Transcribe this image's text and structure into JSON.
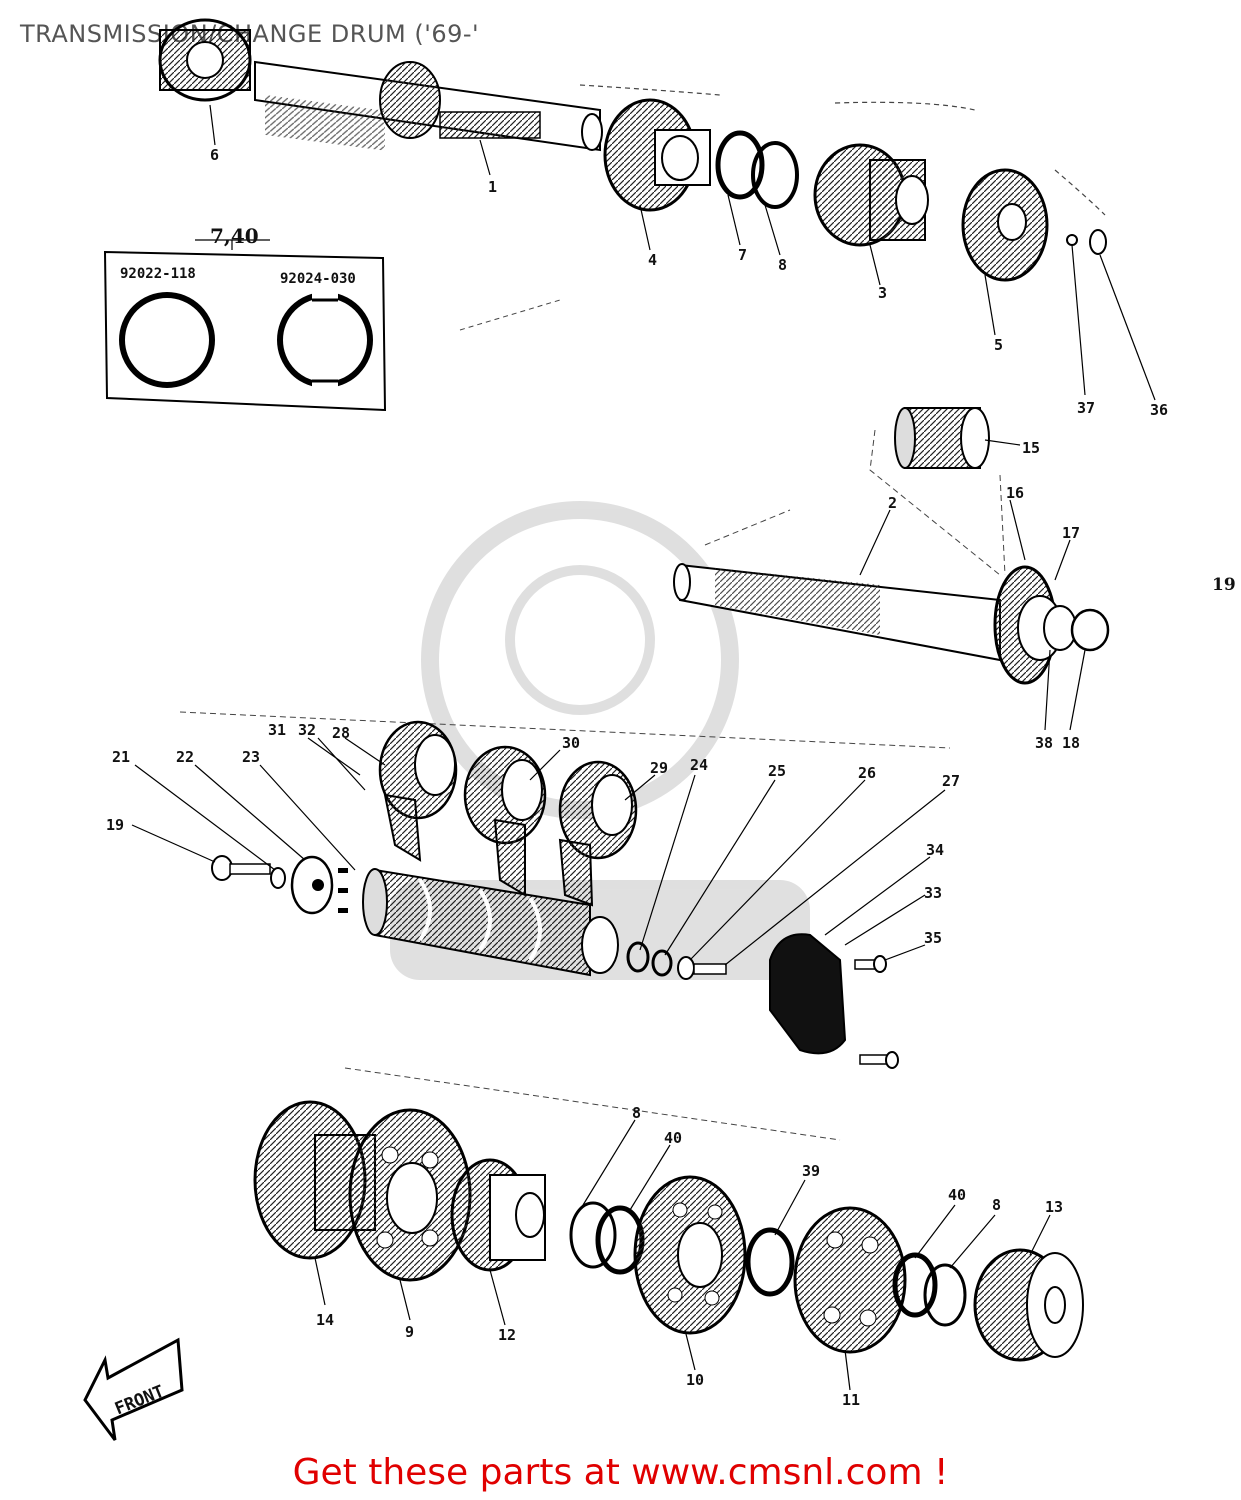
{
  "title": "TRANSMISSION/CHANGE DRUM ('69-'",
  "inset": {
    "ref": "7,40",
    "left_part_no": "92022-118",
    "right_part_no": "92024-030"
  },
  "callouts": {
    "c1": "1",
    "c2": "2",
    "c3": "3",
    "c4": "4",
    "c5": "5",
    "c6": "6",
    "c7": "7",
    "c8a": "8",
    "c8b": "8",
    "c8c": "8",
    "c9": "9",
    "c10": "10",
    "c11": "11",
    "c12": "12",
    "c13": "13",
    "c14": "14",
    "c15": "15",
    "c16": "16",
    "c17": "17",
    "c18": "18",
    "c19": "19",
    "c21": "21",
    "c22": "22",
    "c23": "23",
    "c24": "24",
    "c25": "25",
    "c26": "26",
    "c27": "27",
    "c28": "28",
    "c29": "29",
    "c30": "30",
    "c31": "31",
    "c32": "32",
    "c33": "33",
    "c34": "34",
    "c35": "35",
    "c36": "36",
    "c37": "37",
    "c38": "38",
    "c39": "39",
    "c40a": "40",
    "c40b": "40",
    "side_ref": "19"
  },
  "front_label": "FRONT",
  "footer": "Get these parts at www.cmsnl.com !"
}
